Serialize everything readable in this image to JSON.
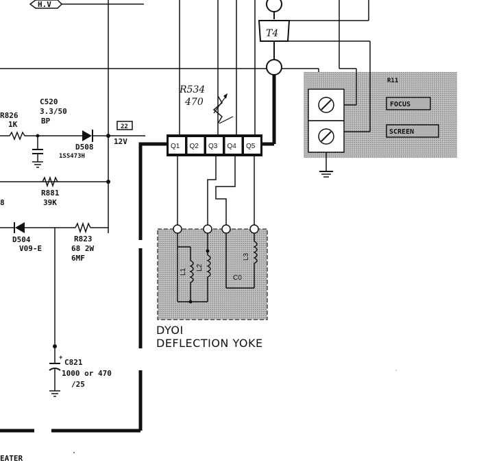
{
  "labels": {
    "hv": "H.V",
    "t4": "T4",
    "r534_name": "R534",
    "r534_value": "470",
    "r826_name": "R826",
    "r826_value": "1K",
    "c520_name": "C520",
    "c520_value": "3.3/50",
    "c520_type": "BP",
    "d508_name": "D508",
    "d508_part": "1SS473H",
    "supply_badge": "22",
    "supply_voltage": "12V",
    "r881_name": "R881",
    "r881_value": "39K",
    "left_label": "8",
    "d504_name": "D504",
    "d504_part": "V09-E",
    "r823_name": "R823",
    "r823_value": "68 2W",
    "r823_type": "6MF",
    "c821_name": "C821",
    "c821_value": "1000 or 470",
    "c821_rating": "/25",
    "heater": "EATER",
    "hv_block_label": "R11",
    "focus": "FOCUS",
    "screen": "SCREEN",
    "connector_pins": [
      "Q1",
      "Q2",
      "Q3",
      "Q4",
      "Q5"
    ],
    "yoke_id": "DYOI",
    "yoke_title": "DEFLECTION YOKE",
    "coil_a": "L1",
    "coil_b": "L2",
    "coil_c": "C0",
    "coil_d": "L3"
  },
  "colors": {
    "ink": "#111111",
    "paper": "#ffffff",
    "shade": "#a9a9a9"
  },
  "icons": [
    "pot-icon",
    "ground-icon",
    "resistor-icon",
    "diode-icon",
    "capacitor-icon",
    "coil-icon"
  ]
}
